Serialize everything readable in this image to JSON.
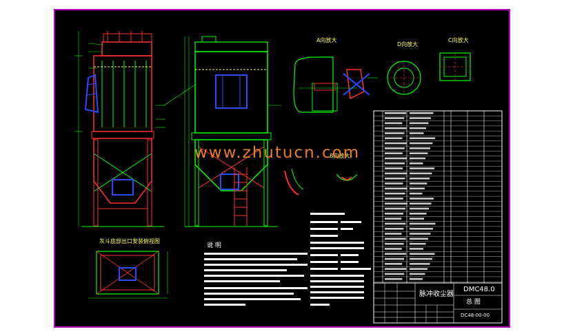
{
  "view_labels": {
    "view_a": "A向放大",
    "view_d": "D向放大",
    "view_c": "C向放大",
    "view_b": "B向放大",
    "bottom_view": "灰斗底部出口安装俯视图",
    "notes_title": "说  明"
  },
  "watermark": "www.zhutucn.com",
  "title_block": {
    "product_name": "脉冲收尘器",
    "model": "DMC48.0",
    "sheet_name": "总  图",
    "drawing_no": "DC48-00-00"
  },
  "colors": {
    "background": "#000000",
    "border": "#ff00ff",
    "lines": "#00ff00",
    "red": "#ff3030",
    "blue": "#2a4bff",
    "cyan": "#00ffff",
    "yellow": "#ffff55",
    "white": "#ffffff",
    "watermark": "#ff8c28"
  }
}
